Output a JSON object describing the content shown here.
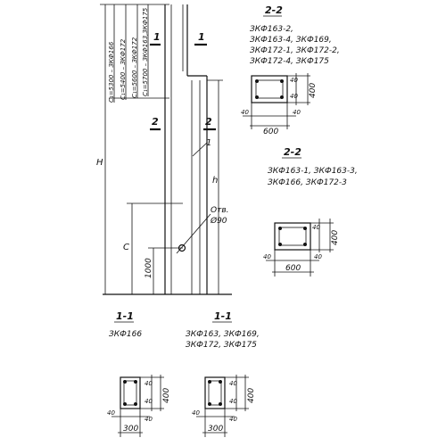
{
  "elevation": {
    "height_label": "H",
    "top_heights": [
      "C₁=5300 – ЗКФ166",
      "C₁=5400 – ЗКФ172",
      "C₁=5600 – ЗКФ172",
      "C₁=5700 – ЗКФ163,ЗКФ175"
    ],
    "section_1_left": "1",
    "section_1_right": "1",
    "section_2_left": "2",
    "section_2_right": "2",
    "callout_1": "1",
    "dim_h": "h",
    "dim_c": "C",
    "dim_1000": "1000",
    "hole_label": "Отв.",
    "hole_dia": "Ø90"
  },
  "section_22_top": {
    "title": "2-2",
    "marks": [
      "ЗКФ163-2,",
      "ЗКФ163-4, ЗКФ169,",
      "ЗКФ172-1, ЗКФ172-2,",
      "ЗКФ172-4, ЗКФ175"
    ],
    "dim_40a": "40",
    "dim_40b": "40",
    "dim_600": "600",
    "dim_40c": "40",
    "dim_40d": "40",
    "dim_400": "400"
  },
  "section_22_mid": {
    "title": "2-2",
    "marks": [
      "ЗКФ163-1, ЗКФ163-3,",
      "ЗКФ166, ЗКФ172-3"
    ],
    "dim_40a": "40",
    "dim_40b": "40",
    "dim_600": "600",
    "dim_40c": "40",
    "dim_400": "400"
  },
  "section_11_left": {
    "title": "1-1",
    "marks": [
      "ЗКФ166"
    ],
    "dim_40a": "40",
    "dim_40b": "40",
    "dim_300": "300",
    "dim_40c": "40",
    "dim_40d": "40",
    "dim_400": "400"
  },
  "section_11_right": {
    "title": "1-1",
    "marks": [
      "ЗКФ163, ЗКФ169,",
      "ЗКФ172, ЗКФ175"
    ],
    "dim_40a": "40",
    "dim_40b": "40",
    "dim_300": "300",
    "dim_40c": "40",
    "dim_40d": "40",
    "dim_400": "400"
  }
}
